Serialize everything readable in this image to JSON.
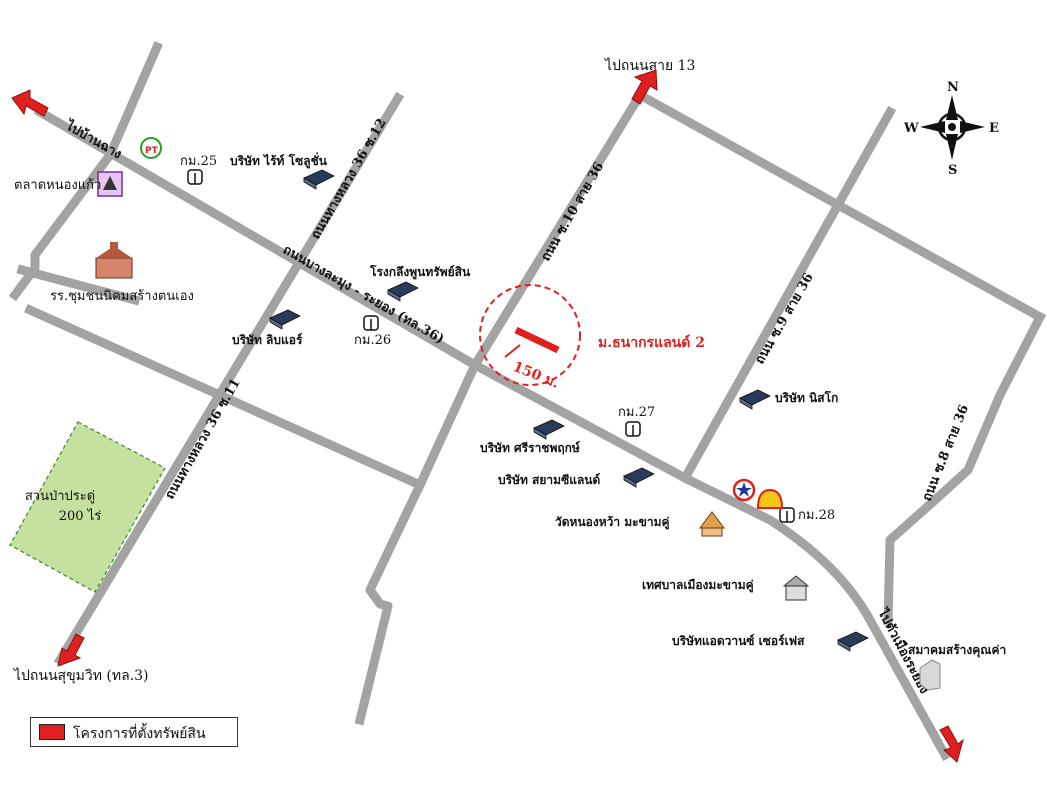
{
  "labels": {
    "to_road13": "ไปถนนสาย 13",
    "to_ban_chang": "ไปบ้านฉาง",
    "to_sukhumvit": "ไปถนนสุขุมวิท (ทล.3)",
    "to_rayong": "ไปตัวเมืองระยอง",
    "main_road": "ถนนบางละมุง - ระยอง (ทล.36)",
    "soi12": "ถนนทางหลวง 36 ซ.12",
    "soi11": "ถนนทางหลวง 36 ซ.11",
    "soi10": "ถนน ซ.10 สาย 36",
    "soi9": "ถนน ซ.9 สาย 36",
    "soi8": "ถนน ซ.8 สาย 36",
    "market": "ตลาดหนองแก้ว",
    "school": "รร.ชุมชนนิคมสร้างตนเอง",
    "km25": "กม.25",
    "km26": "กม.26",
    "km27": "กม.27",
    "km28": "กม.28",
    "company_sv": "บริษัท ไร้ท์ โซลูชั่น",
    "factory_phoon": "โรงกลึงพูนทรัพย์สิน",
    "company_lib": "บริษัท ลิบแอร์",
    "company_sri": "บริษัท ศรีราชพฤกษ์",
    "company_siam": "บริษัท สยามซีแลนด์",
    "company_nissan": "บริษัท นิสโก",
    "temple": "วัดหนองหว้า มะขามคู่",
    "municipality": "เทศบาลเมืองมะขามคู่",
    "company_advance": "บริษัทแอดวานซ์ เซอร์เฟส",
    "association": "สมาคมสร้างคุณค่า",
    "park_line1": "สวนป่าประดู่",
    "park_line2": "200 ไร่",
    "project": "ม.ธนากรแลนด์ 2",
    "distance": "150 ม.",
    "compass_n": "N",
    "compass_s": "S",
    "compass_e": "E",
    "compass_w": "W",
    "legend": "โครงการที่ตั้งทรัพย์สิน"
  },
  "colors": {
    "road": "#a3a3a3",
    "arrow": "#e0201e",
    "project_marker": "#e0201e",
    "park_fill": "#c6e0a0",
    "park_border": "#3a8a2a"
  }
}
